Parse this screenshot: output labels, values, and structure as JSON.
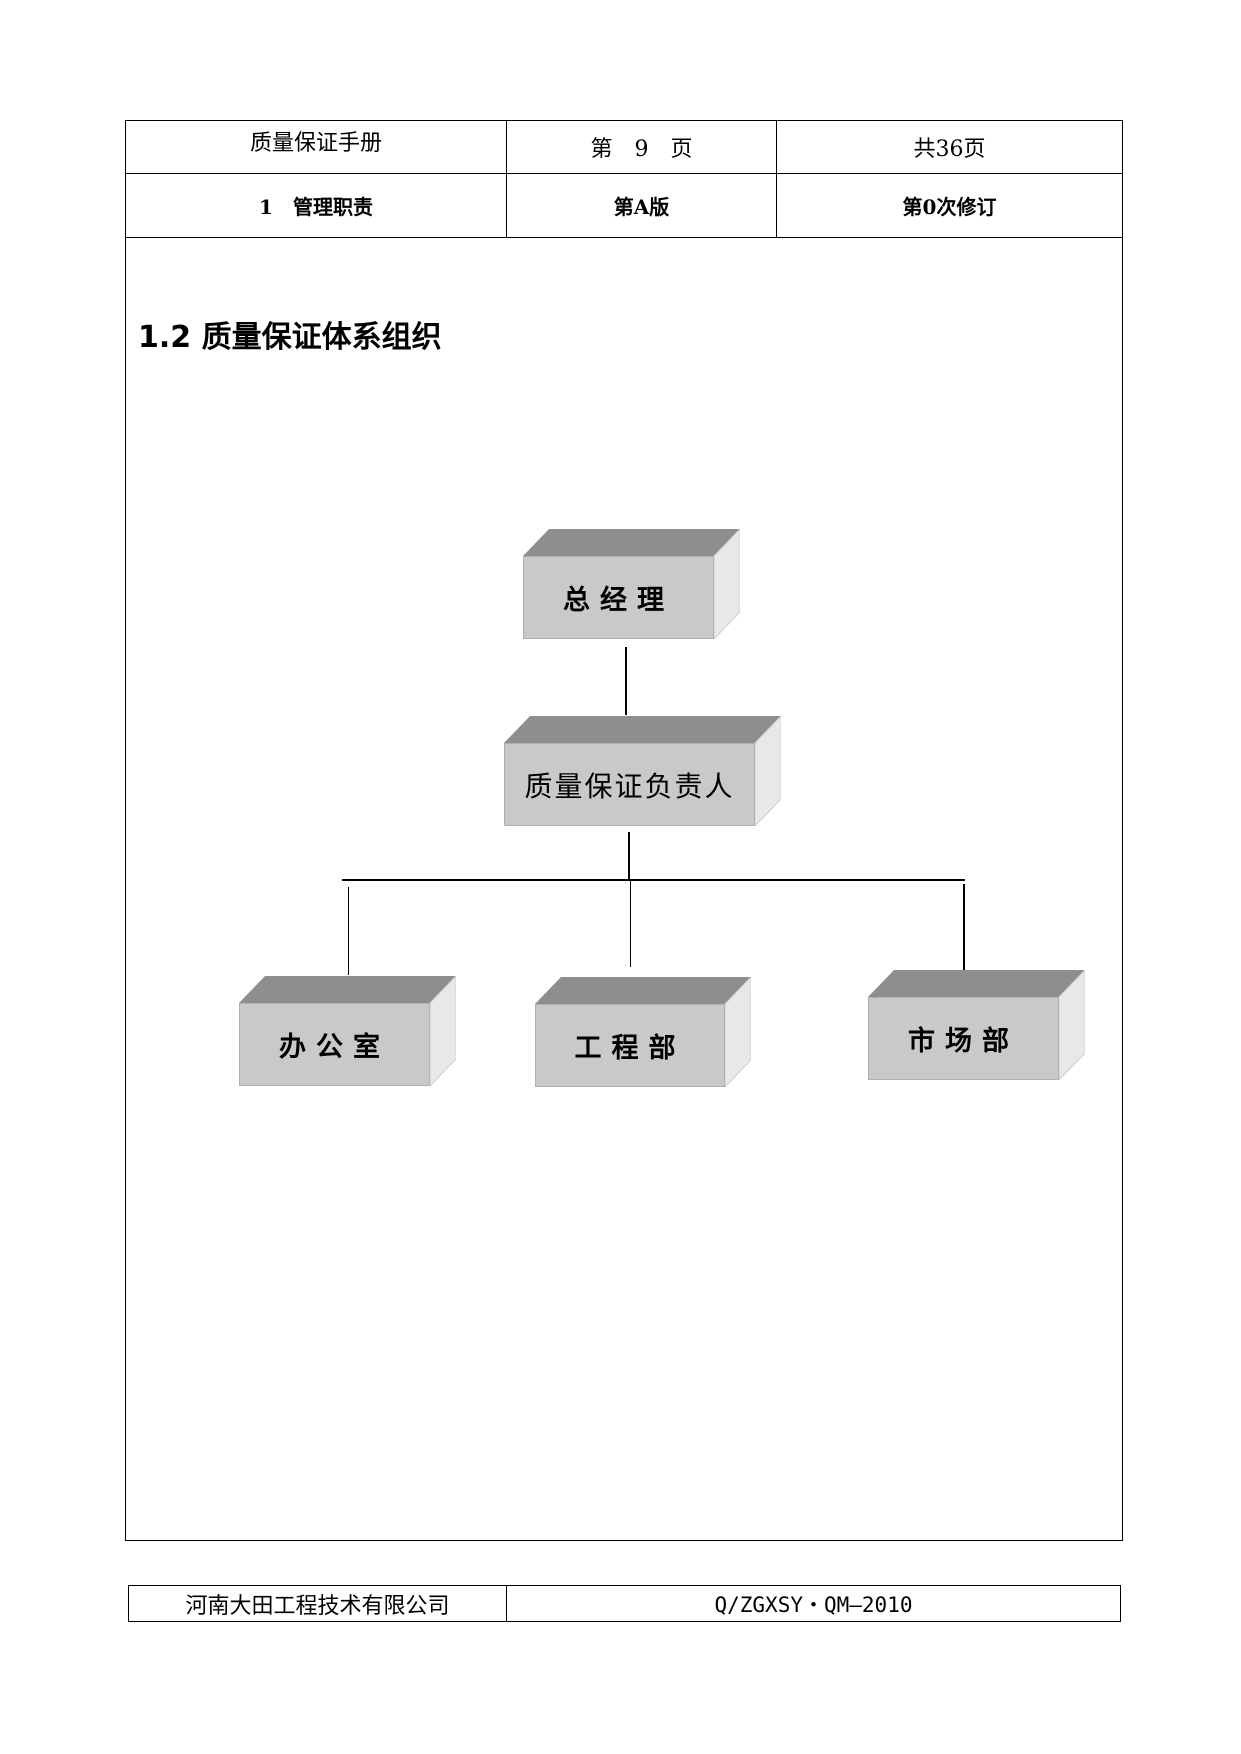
{
  "header": {
    "manual_title": "质量保证手册",
    "page_label": "第　9　页",
    "total_pages": "共36页",
    "section": "1　管理职责",
    "edition": "第A版",
    "revision": "第0次修订"
  },
  "section_title": "1.2  质量保证体系组织",
  "org_chart": {
    "top": "总经理",
    "middle": "质量保证负责人",
    "departments": [
      "办公室",
      "工程部",
      "市场部"
    ]
  },
  "footer": {
    "company": "河南大田工程技术有限公司",
    "code": "Q/ZGXSY・QM—2010"
  }
}
